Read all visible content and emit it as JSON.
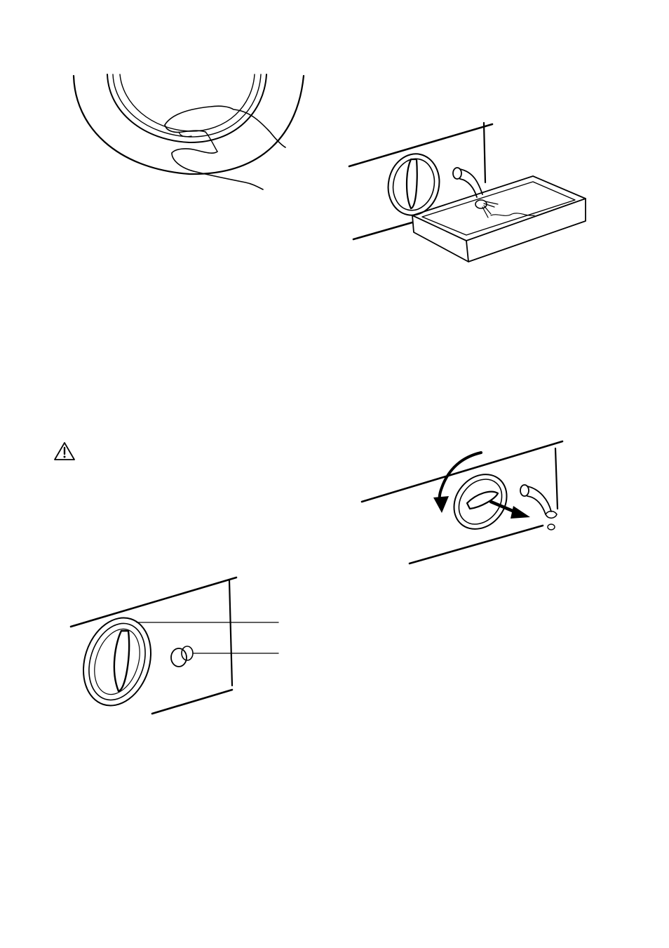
{
  "page": {
    "figures": [
      {
        "id": "door-seal-cleaning",
        "icon": "hand-on-door-seal"
      },
      {
        "id": "drain-hose-into-tray",
        "icon": "water-draining-into-tray"
      },
      {
        "id": "warning",
        "icon": "warning-triangle-icon"
      },
      {
        "id": "filter-and-hose-callout",
        "icon": "drain-filter-with-callout-lines"
      },
      {
        "id": "unscrew-filter",
        "icon": "rotate-counterclockwise-arrow"
      }
    ]
  },
  "colors": {
    "line": "#000000",
    "background": "#ffffff"
  }
}
